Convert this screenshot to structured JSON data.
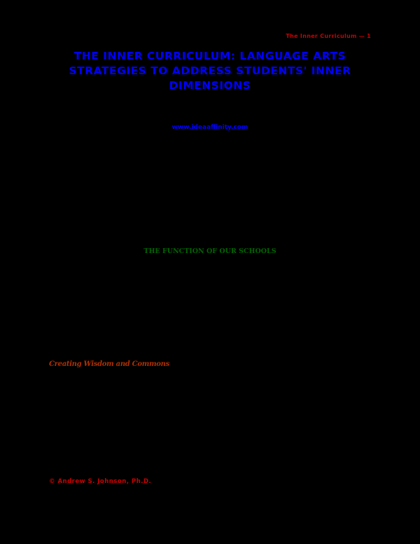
{
  "page": {
    "running_header": "The Inner Curriculum — 1",
    "title": "THE INNER CURRICULUM: LANGUAGE ARTS STRATEGIES TO ADDRESS STUDENTS' INNER DIMENSIONS",
    "byline": "www.ideaaffinity.com",
    "section_heading": "THE FUNCTION OF OUR SCHOOLS",
    "subsection_heading": "Creating Wisdom and Commons",
    "footer": "© Andrew S. Johnson, Ph.D."
  },
  "colors": {
    "background": "#000000",
    "header": "#cc0000",
    "title": "#0000ff",
    "section": "#006600",
    "subsection": "#b03000",
    "footer": "#cc0000"
  }
}
